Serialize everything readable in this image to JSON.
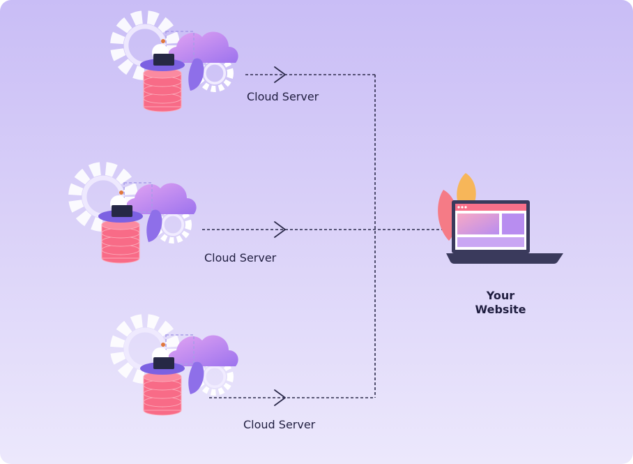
{
  "diagram": {
    "servers": [
      {
        "label": "Cloud Server"
      },
      {
        "label": "Cloud Server"
      },
      {
        "label": "Cloud Server"
      }
    ],
    "target": {
      "label_line1": "Your",
      "label_line2": "Website"
    }
  },
  "colors": {
    "background_top": "#c9bdf6",
    "background_bottom": "#ece8fc",
    "connector": "#2b2a4a",
    "cloud": "#b888f0",
    "database": "#f86b87",
    "gear": "#ffffff",
    "laptop": "#3a3a5c",
    "screen_accent": "#f8708a"
  },
  "icons": [
    "cloud-icon",
    "gear-icon",
    "database-icon",
    "person-icon",
    "laptop-icon",
    "leaf-icon",
    "arrow-icon"
  ]
}
